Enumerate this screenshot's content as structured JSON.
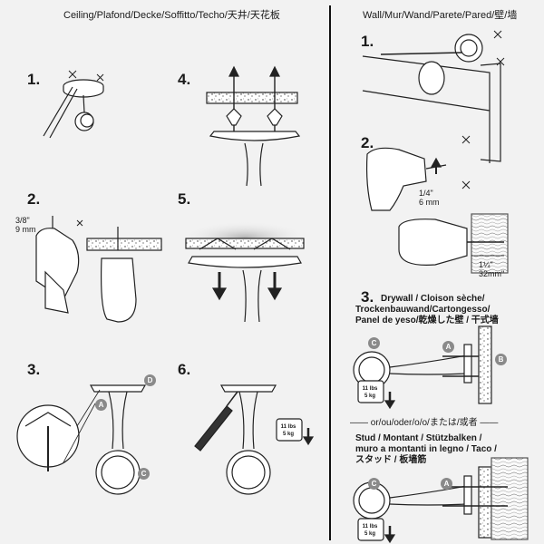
{
  "headers": {
    "ceiling": "Ceiling/Plafond/Decke/Soffitto/Techo/天井/天花板",
    "wall": "Wall/Mur/Wand/Parete/Pared/壁/墙"
  },
  "ceiling_steps": [
    "1.",
    "2.",
    "3.",
    "4.",
    "5.",
    "6."
  ],
  "wall_steps": [
    "1.",
    "2.",
    "3."
  ],
  "drill_sizes": {
    "ceiling_bit": [
      "3/8\"",
      "9 mm"
    ],
    "wall_bit": [
      "1/4\"",
      "6 mm"
    ],
    "depth": [
      "1¼\"",
      "32mm\""
    ]
  },
  "weight": [
    "11 lbs",
    "5 kg"
  ],
  "part_labels": {
    "a": "A",
    "b": "B",
    "c": "C",
    "d": "D"
  },
  "drywall_title": [
    "Drywall / Cloison sèche/",
    "Trockenbauwand/Cartongesso/",
    "Panel de yeso/乾燥した壁 / 干式墙"
  ],
  "separator": "—— or/ou/oder/o/o/または/或者 ——",
  "stud_title": [
    "Stud / Montant / Stützbalken /",
    "muro a montanti in legno / Taco /",
    "スタッド / 板墙筋"
  ]
}
